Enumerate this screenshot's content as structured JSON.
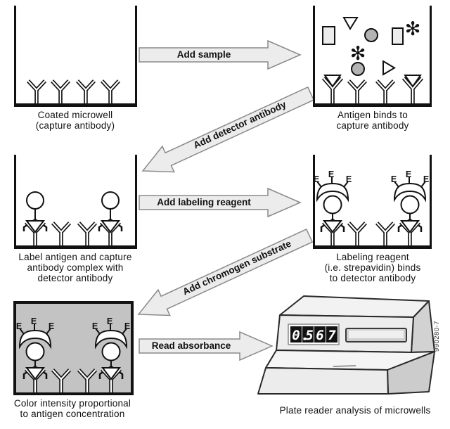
{
  "wells": [
    {
      "name": "coated-microwell",
      "caption_lines": [
        "Coated microwell",
        "(capture antibody)"
      ]
    },
    {
      "name": "antigen-bound",
      "caption_lines": [
        "Antigen binds to",
        "capture antibody"
      ]
    },
    {
      "name": "detector-complex",
      "caption_lines": [
        "Label antigen and capture",
        "antibody complex with",
        "detector antibody"
      ]
    },
    {
      "name": "labeling-reagent",
      "caption_lines": [
        "Labeling reagent",
        "(i.e. strepavidin) binds",
        "to detector antibody"
      ]
    },
    {
      "name": "color-intensity",
      "caption_lines": [
        "Color intensity proportional",
        "to antigen concentration"
      ]
    }
  ],
  "arrows": {
    "add_sample": "Add sample",
    "add_detector_antibody": "Add detector antibody",
    "add_labeling_reagent": "Add labeling reagent",
    "add_chromogen_substrate": "Add chromogen substrate",
    "read_absorbance": "Read absorbance"
  },
  "enzyme_label": "E",
  "plate_reader": {
    "caption": "Plate reader analysis of microwells",
    "display_value": "0.567",
    "display_cells": [
      "0",
      "5",
      "6",
      "7"
    ]
  },
  "figure_code": "990280-7",
  "colors": {
    "colored_well_fill": "#c3c3c3",
    "antigen_fill": "#b3b3b3",
    "sample_shape_fill": "#ececec",
    "arrow_fill": "#ececec",
    "outline": "#111111"
  }
}
